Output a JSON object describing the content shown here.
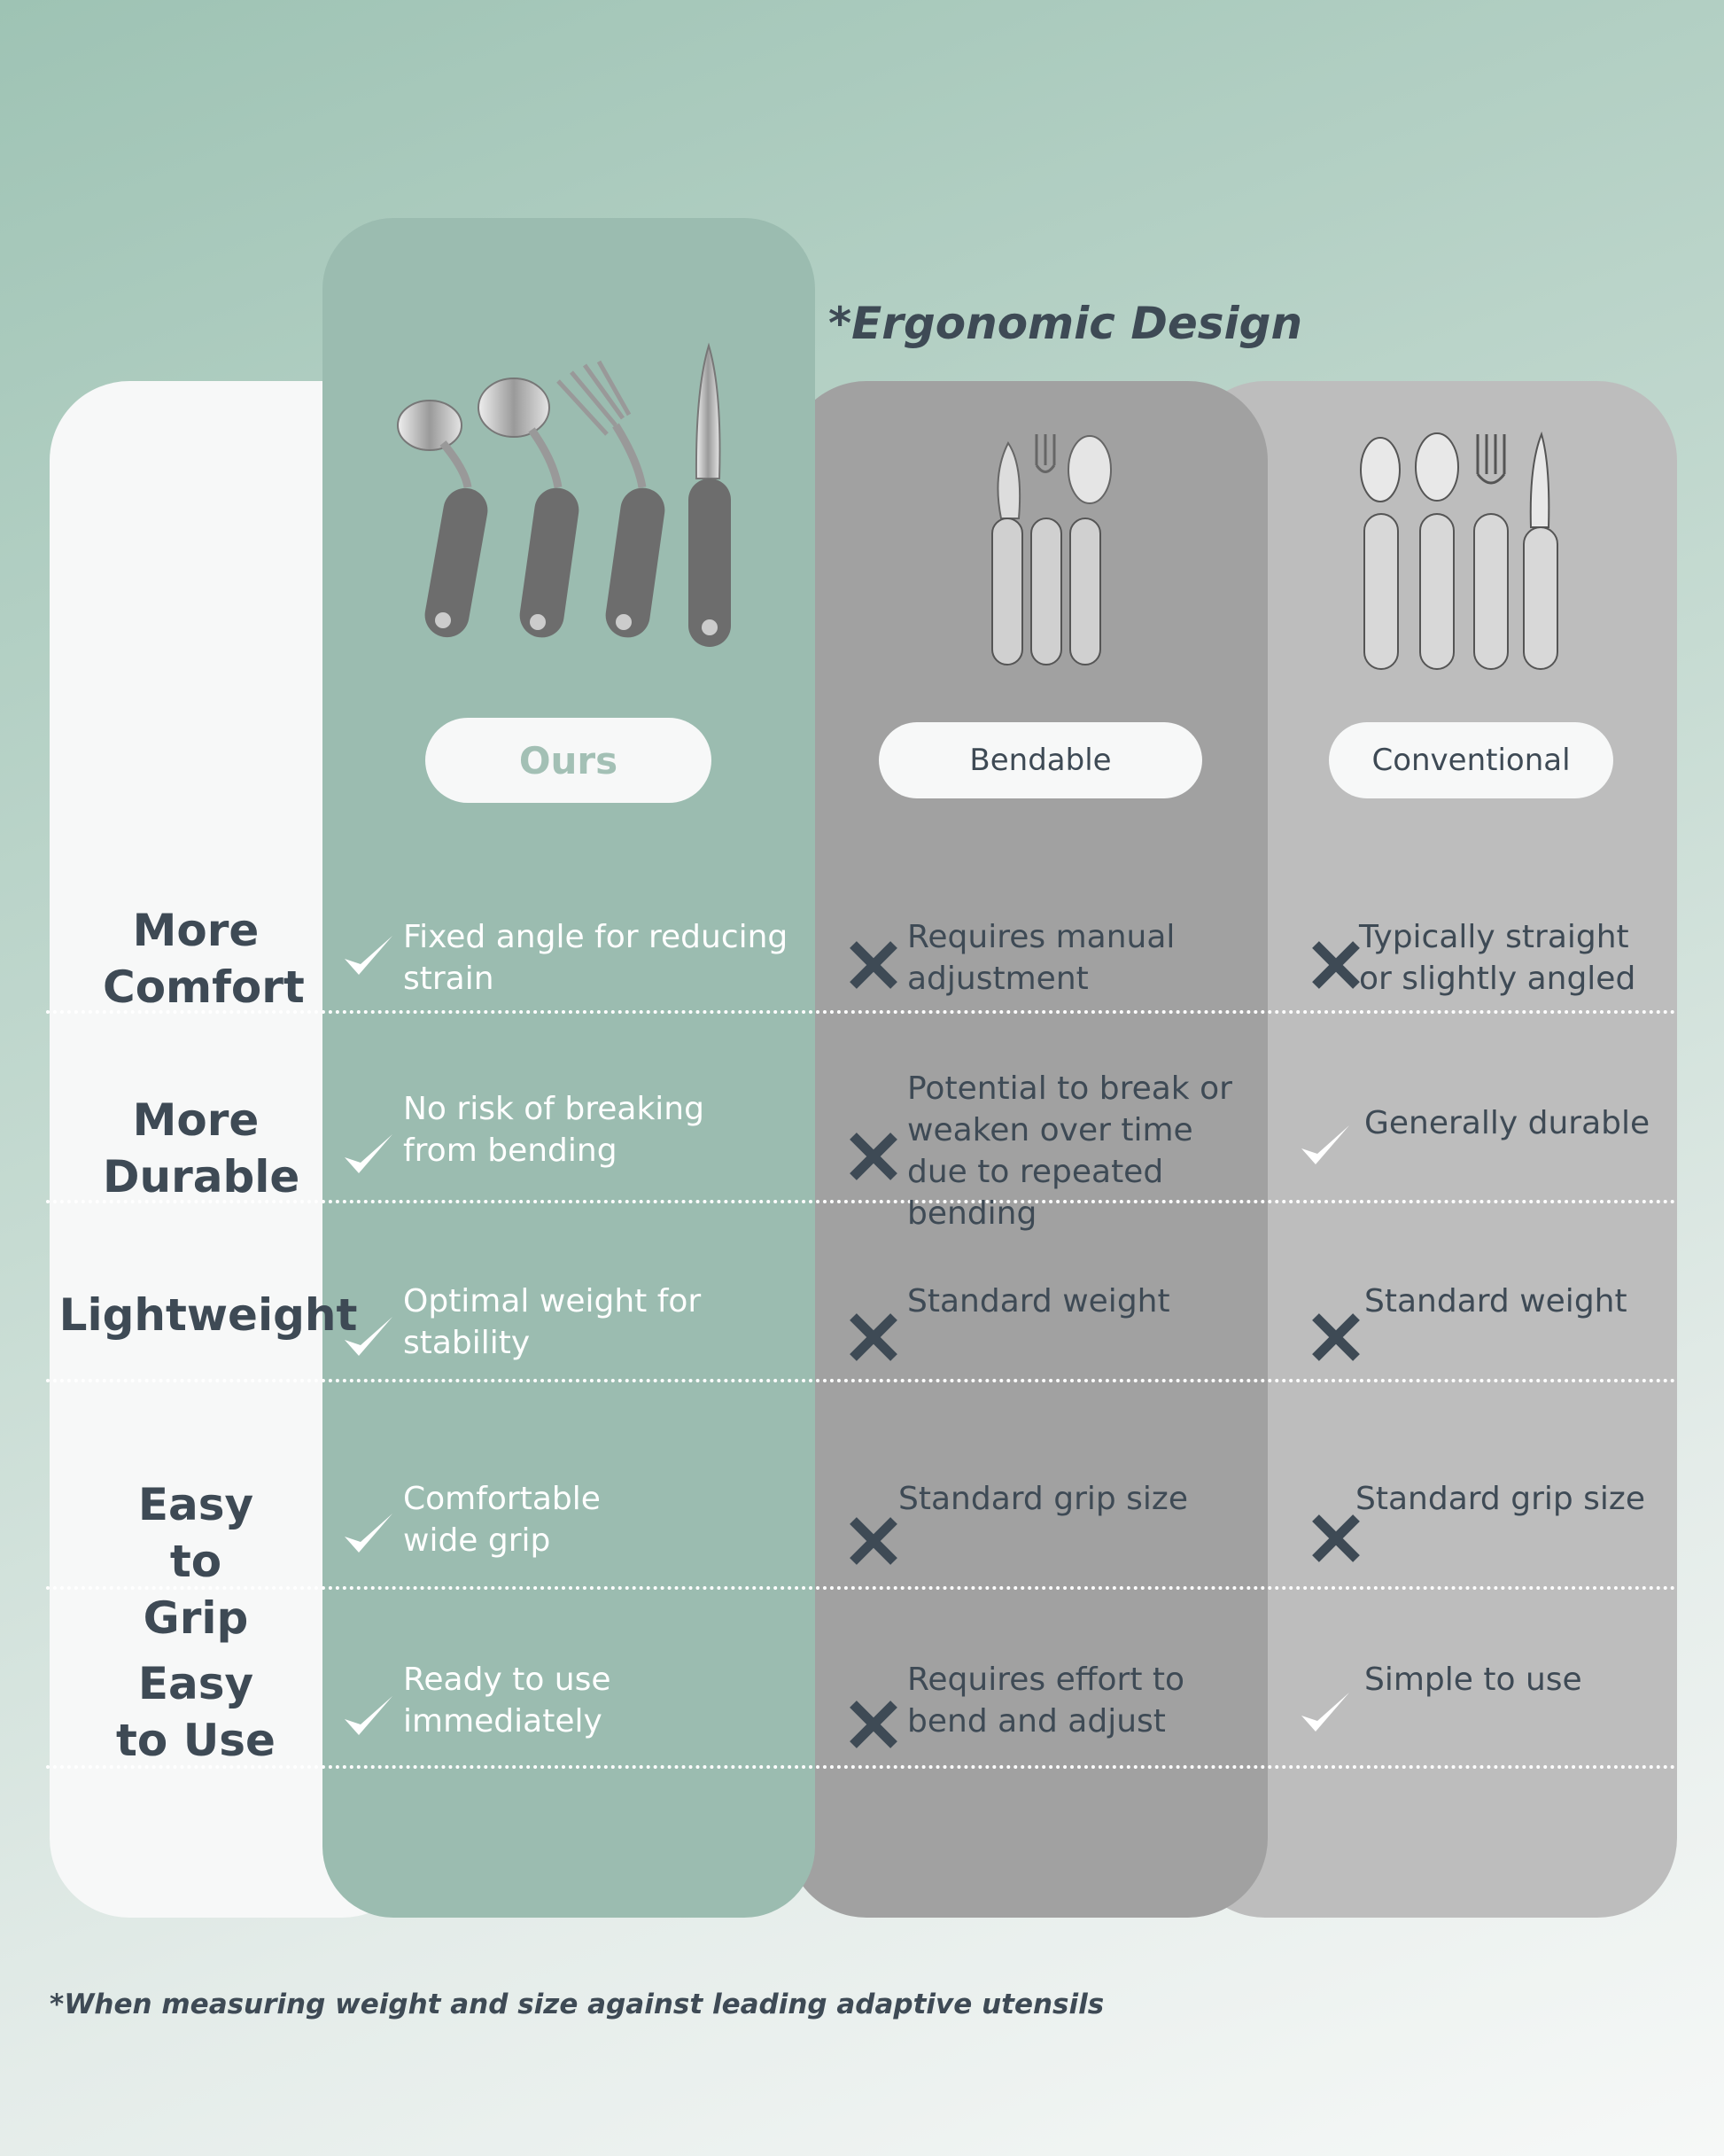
{
  "headline": "*Ergonomic Design",
  "footnote": "*When measuring weight and size against leading adaptive utensils",
  "columns": {
    "ours": "Ours",
    "bendable": "Bendable",
    "conventional": "Conventional"
  },
  "rows": [
    {
      "label": "More Comfort",
      "ours": {
        "mark": "check",
        "text": "Fixed angle for reducing strain"
      },
      "bendable": {
        "mark": "cross",
        "text": "Requires manual adjustment"
      },
      "conventional": {
        "mark": "cross",
        "text": "Typically straight or slightly angled"
      }
    },
    {
      "label": "More Durable",
      "ours": {
        "mark": "check",
        "text": "No risk of breaking from bending"
      },
      "bendable": {
        "mark": "cross",
        "text": "Potential to break or weaken over time due to repeated bending"
      },
      "conventional": {
        "mark": "check",
        "text": "Generally durable"
      }
    },
    {
      "label": "Lightweight",
      "ours": {
        "mark": "check",
        "text": "Optimal weight for stability"
      },
      "bendable": {
        "mark": "cross",
        "text": "Standard weight"
      },
      "conventional": {
        "mark": "cross",
        "text": "Standard weight"
      }
    },
    {
      "label": "Easy to Grip",
      "ours": {
        "mark": "check",
        "text": "Comfortable wide grip"
      },
      "bendable": {
        "mark": "cross",
        "text": "Standard grip size"
      },
      "conventional": {
        "mark": "cross",
        "text": "Standard grip size"
      }
    },
    {
      "label": "Easy to Use",
      "ours": {
        "mark": "check",
        "text": "Ready to use immediately"
      },
      "bendable": {
        "mark": "cross",
        "text": "Requires effort to bend and adjust"
      },
      "conventional": {
        "mark": "check",
        "text": "Simple to use"
      }
    }
  ],
  "colors": {
    "ours_column": "#9bbcb0",
    "bendable_column": "#a1a1a1",
    "conventional_column": "#bdbdbd",
    "label_column": "#f7f8f8",
    "text_dark": "#3e4a55"
  }
}
